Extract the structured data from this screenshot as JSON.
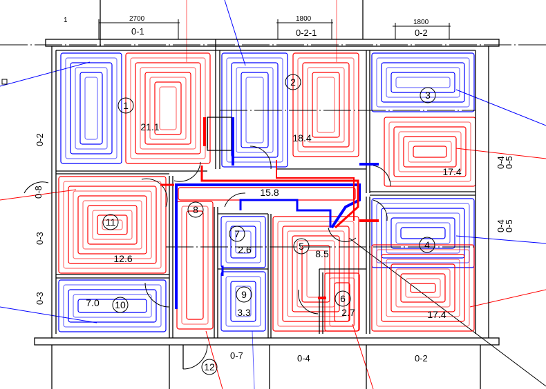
{
  "drawing": {
    "corner_label": "1",
    "dimensions": [
      "2700",
      "1800",
      "1800"
    ],
    "axes_top": [
      "0-1",
      "0-2-1",
      "0-2"
    ],
    "axes_left": [
      "0-2",
      "0-8",
      "0-3",
      "0-3"
    ],
    "axes_right": [
      "0-4",
      "0-5",
      "0-4",
      "0-5"
    ],
    "axes_bottom": [
      "0-7",
      "0-4",
      "0-2"
    ],
    "circuits": [
      {
        "id": "1",
        "area": "21.1"
      },
      {
        "id": "2",
        "area": "18.4"
      },
      {
        "id": "3",
        "area": "17.4"
      },
      {
        "id": "4",
        "area": "17.4"
      },
      {
        "id": "5",
        "area": "8.5"
      },
      {
        "id": "6",
        "area": "2.7"
      },
      {
        "id": "7",
        "area": "2.6"
      },
      {
        "id": "8",
        "area": "15.8"
      },
      {
        "id": "9",
        "area": "3.3"
      },
      {
        "id": "10",
        "area": "7.0"
      },
      {
        "id": "11",
        "area": "12.6"
      },
      {
        "id": "12",
        "area": ""
      }
    ],
    "colors": {
      "supply": "#ff0000",
      "return": "#0000ff",
      "wall": "#000000"
    }
  }
}
